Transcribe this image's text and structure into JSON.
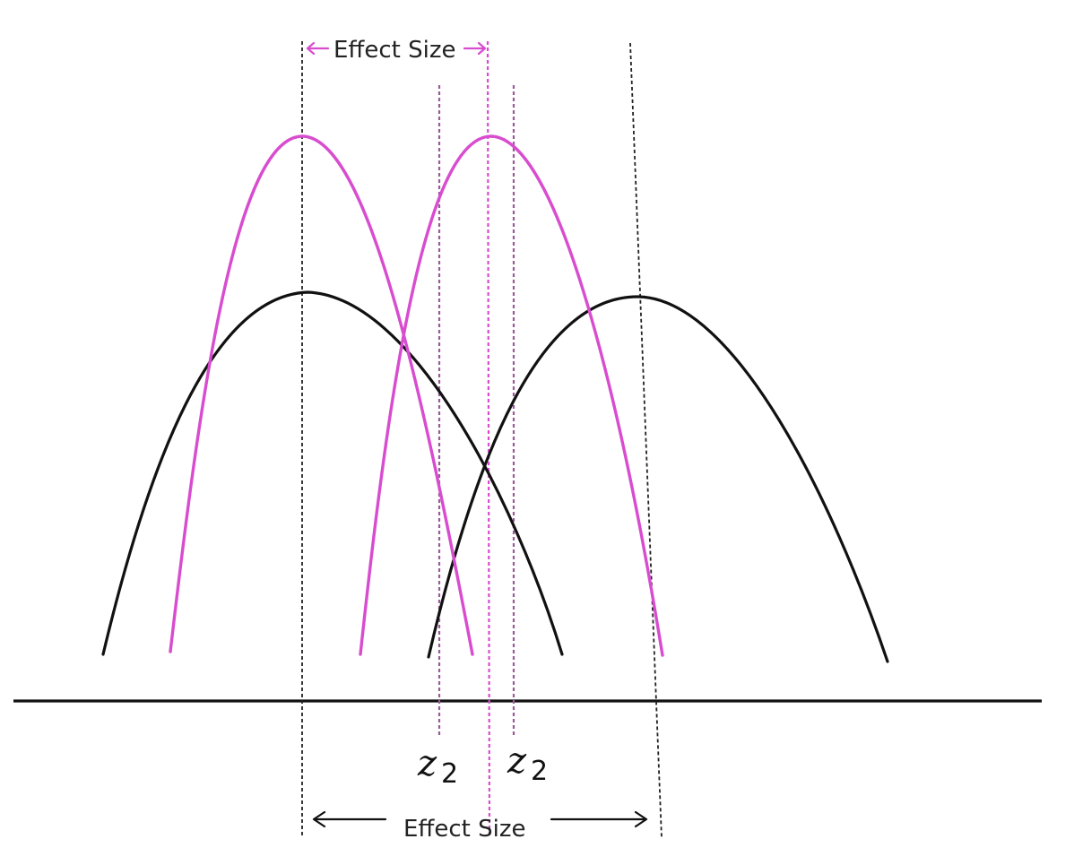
{
  "labels": {
    "top_effect_size": "Effect Size",
    "bottom_effect_size": "Effect Size",
    "z_left": "z",
    "z_left_sub": "2",
    "z_right": "z",
    "z_right_sub": "2"
  },
  "colors": {
    "black_curves": "#111111",
    "magenta_curves": "#d84ccf",
    "dashed_purple": "#9a5a9a",
    "background": "#ffffff"
  }
}
